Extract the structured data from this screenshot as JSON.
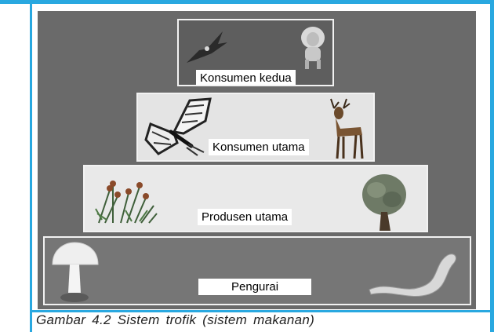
{
  "figure": {
    "levels": {
      "top": "Konsumen kedua",
      "second": "Konsumen utama",
      "third": "Produsen utama",
      "base": "Pengurai"
    },
    "caption": "Gambar 4.2 Sistem trofik (sistem makanan)"
  },
  "colors": {
    "frame": "#29a8e0",
    "background": "#6a6a6a",
    "tier_border": "#f2f2f2"
  },
  "icons": [
    "eagle-icon",
    "lion-icon",
    "butterfly-icon",
    "deer-icon",
    "flowers-icon",
    "tree-icon",
    "mushroom-icon",
    "worm-icon"
  ]
}
